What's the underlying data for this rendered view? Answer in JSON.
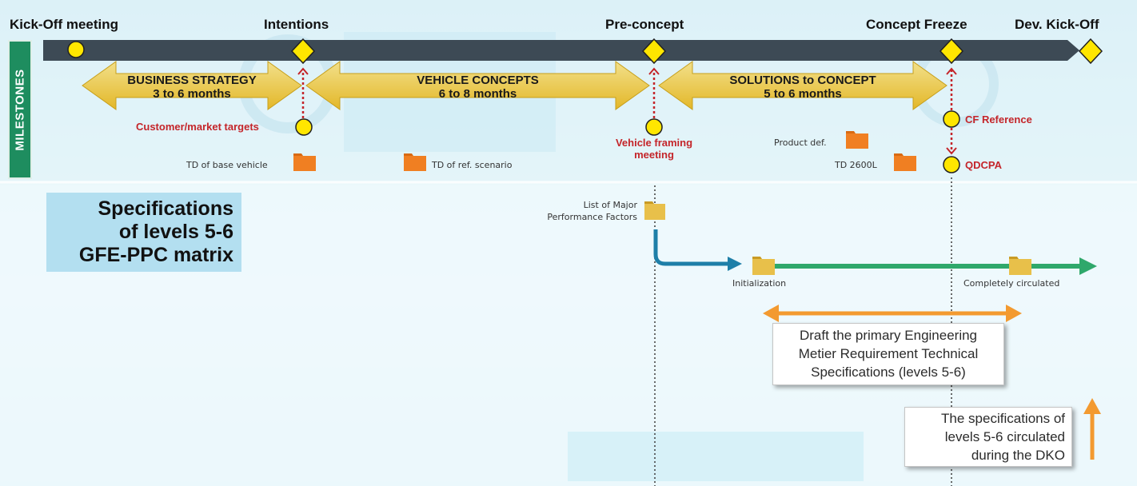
{
  "milestones": {
    "side_label": "MILESTONES",
    "kickoff": "Kick-Off meeting",
    "intentions": "Intentions",
    "preconcept": "Pre-concept",
    "concept_freeze": "Concept Freeze",
    "dev_kickoff": "Dev. Kick-Off"
  },
  "phases": [
    {
      "name": "BUSINESS STRATEGY",
      "duration": "3 to 6 months"
    },
    {
      "name": "VEHICLE CONCEPTS",
      "duration": "6 to 8 months"
    },
    {
      "name": "SOLUTIONS to CONCEPT",
      "duration": "5 to 6 months"
    }
  ],
  "events": {
    "customer_targets": "Customer/market targets",
    "vehicle_framing_1": "Vehicle framing",
    "vehicle_framing_2": "meeting",
    "cf_reference": "CF Reference",
    "qdcpa": "QDCPA"
  },
  "documents": {
    "td_base_vehicle": "TD of base vehicle",
    "td_ref_scenario": "TD of ref. scenario",
    "product_def": "Product def.",
    "td_2600l": "TD 2600L",
    "major_factors_1": "List of Major",
    "major_factors_2": "Performance Factors"
  },
  "spec_title": {
    "line1": "Specifications",
    "line2": "of levels 5-6",
    "line3": "GFE-PPC matrix"
  },
  "flow": {
    "initialization": "Initialization",
    "completely_circulated": "Completely circulated"
  },
  "draft_box": {
    "line1": "Draft the primary Engineering",
    "line2": "Metier Requirement Technical",
    "line3": "Specifications (levels 5-6)"
  },
  "dko_box": {
    "line1": "The specifications of",
    "line2": "levels 5-6 circulated",
    "line3": "during the DKO"
  },
  "colors": {
    "timeline_bar": "#3d4a55",
    "phase_arrow": "#ecc63b",
    "milestone_yellow": "#ffe600",
    "event_red": "#c4252a",
    "folder_orange": "#f07f22",
    "folder_yellow": "#e8c04a",
    "flow_green": "#2fa86b",
    "flow_blue": "#1e7fa8",
    "span_orange": "#f39a30",
    "milestones_green": "#1e8d5f"
  }
}
